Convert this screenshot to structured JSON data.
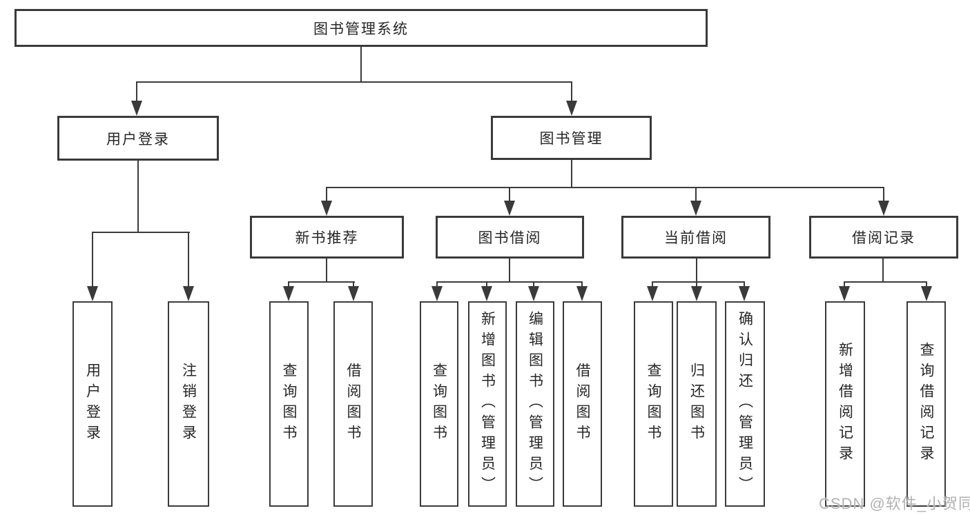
{
  "nodes": {
    "root": "图书管理系统",
    "user_login": "用户登录",
    "book_mgmt": "图书管理",
    "new_book_rec": "新书推荐",
    "book_borrow": "图书借阅",
    "current_borrow": "当前借阅",
    "borrow_records": "借阅记录",
    "leaf_user_login": "用户登录",
    "leaf_logout": "注销登录",
    "rec_query_books": "查询图书",
    "rec_borrow_books": "借阅图书",
    "bor_query_books": "查询图书",
    "bor_add_books": "新增图书（管理员）",
    "bor_edit_books": "编辑图书（管理员）",
    "bor_borrow_books": "借阅图书",
    "cur_query_books": "查询图书",
    "cur_return_books": "归还图书",
    "cur_confirm_return": "确认归还（管理员）",
    "rb_add_record": "新增借阅记录",
    "rb_query_record": "查询借阅记录"
  },
  "hierarchy": {
    "图书管理系统": {
      "用户登录": [
        "用户登录",
        "注销登录"
      ],
      "图书管理": {
        "新书推荐": [
          "查询图书",
          "借阅图书"
        ],
        "图书借阅": [
          "查询图书",
          "新增图书（管理员）",
          "编辑图书（管理员）",
          "借阅图书"
        ],
        "当前借阅": [
          "查询图书",
          "归还图书",
          "确认归还（管理员）"
        ],
        "借阅记录": [
          "新增借阅记录",
          "查询借阅记录"
        ]
      }
    }
  },
  "watermark": "CSDN @软件_小贺同学",
  "colors": {
    "line": "#3a3a3a",
    "text": "#262626",
    "background": "#ffffff",
    "watermark": "#b1b1b1"
  }
}
